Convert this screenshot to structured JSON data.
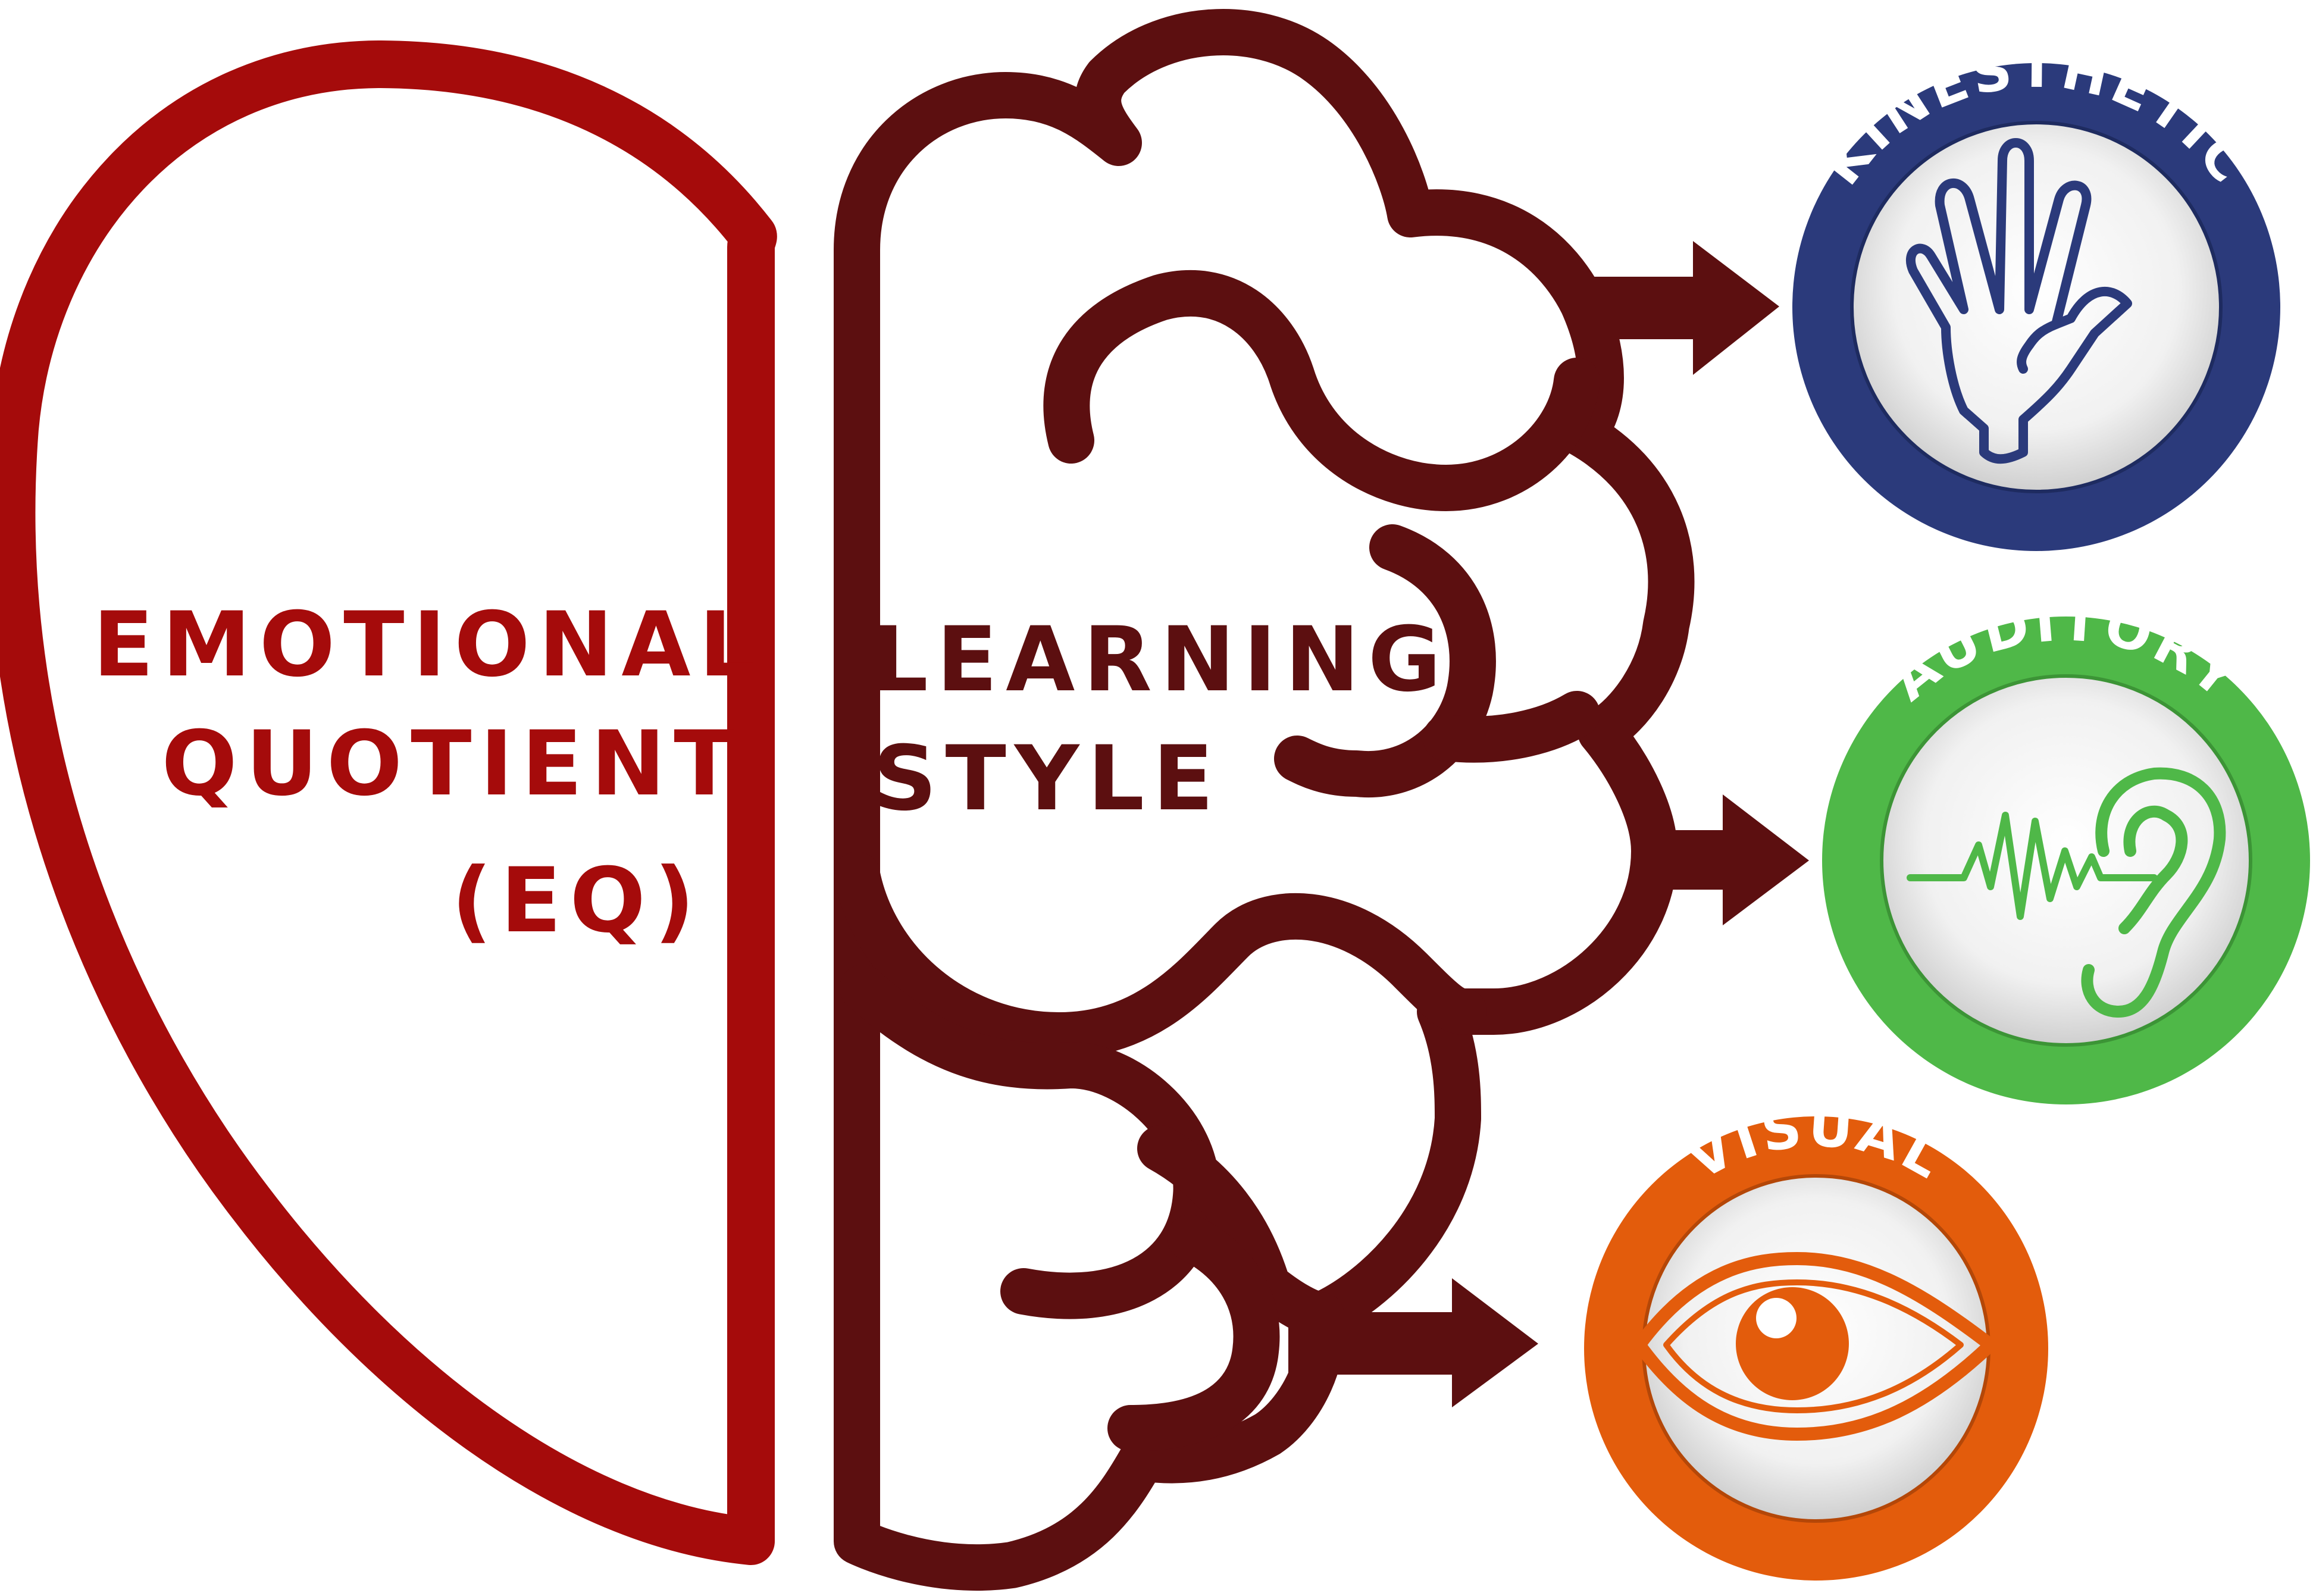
{
  "heart": {
    "label_lines": [
      "EMOTIONAL",
      "QUOTIENT",
      "(EQ)"
    ],
    "color": "#a50b0b"
  },
  "brain": {
    "label_lines": [
      "LEARNING",
      "STYLE"
    ],
    "color": "#5c0f10"
  },
  "styles": [
    {
      "name": "KINESTHETIC",
      "icon": "hand-icon",
      "color": "#2b3a7b"
    },
    {
      "name": "AUDITORY",
      "icon": "ear-icon",
      "color": "#4fb848"
    },
    {
      "name": "VISUAL",
      "icon": "eye-icon",
      "color": "#e35c0c"
    }
  ]
}
